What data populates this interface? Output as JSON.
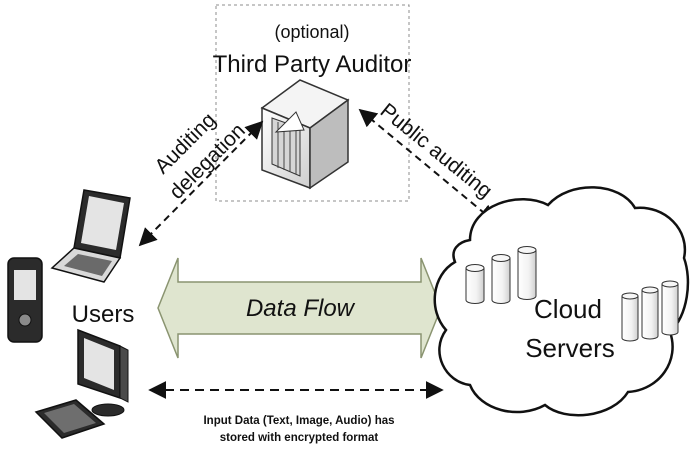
{
  "auditor": {
    "optional_label": "(optional)",
    "title": "Third Party Auditor"
  },
  "arrows": {
    "delegation_line1": "Auditing",
    "delegation_line2": "delegation",
    "public": "Public auditing"
  },
  "users": {
    "label": "Users"
  },
  "flow": {
    "label": "Data Flow"
  },
  "cloud": {
    "line1": "Cloud",
    "line2": "Servers"
  },
  "note": {
    "line1": "Input Data (Text, Image, Audio) has",
    "line2": "stored with encrypted format"
  },
  "colors": {
    "flow_fill": "#dfe5cf",
    "flow_stroke": "#8a9470",
    "box_stroke": "#8c8c8c",
    "device_light": "#eeeeee",
    "device_dark": "#2b2b2b"
  },
  "icons": [
    "server-icon",
    "laptop-icon",
    "phone-icon",
    "desktop-icon",
    "keyboard-icon",
    "cloud-icon",
    "database-icon"
  ]
}
